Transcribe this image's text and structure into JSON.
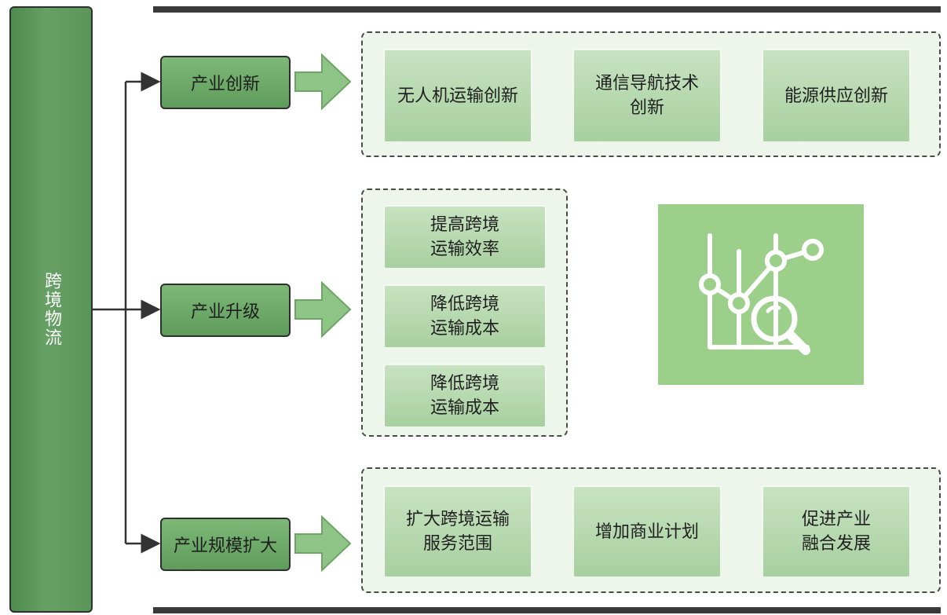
{
  "root": {
    "label": "跨境物流"
  },
  "categories": [
    {
      "label": "产业创新",
      "items": [
        {
          "lines": [
            "无人机运输创新"
          ]
        },
        {
          "lines": [
            "通信导航技术",
            "创新"
          ]
        },
        {
          "lines": [
            "能源供应创新"
          ]
        }
      ]
    },
    {
      "label": "产业升级",
      "items": [
        {
          "lines": [
            "提高跨境",
            "运输效率"
          ]
        },
        {
          "lines": [
            "降低跨境",
            "运输成本"
          ]
        },
        {
          "lines": [
            "降低跨境",
            "运输成本"
          ]
        }
      ]
    },
    {
      "label": "产业规模扩大",
      "items": [
        {
          "lines": [
            "扩大跨境运输",
            "服务范围"
          ]
        },
        {
          "lines": [
            "增加商业计划"
          ]
        },
        {
          "lines": [
            "促进产业",
            "融合发展"
          ]
        }
      ]
    }
  ],
  "icon": {
    "name": "analytics-magnifier-icon"
  },
  "colors": {
    "dark_green": "#5a955a",
    "mid_green": "#6faa6a",
    "light_green": "#b7dbb0",
    "icon_tile": "#9bcf8a"
  }
}
